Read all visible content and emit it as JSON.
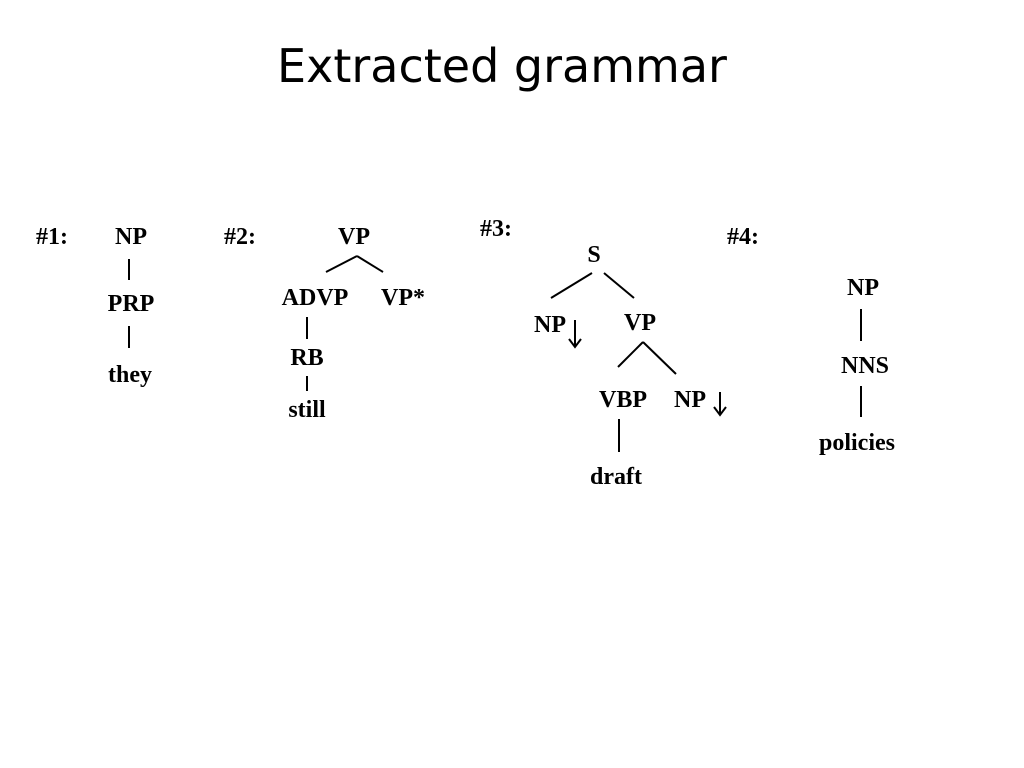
{
  "title": "Extracted grammar",
  "trees": [
    {
      "id": "#1:",
      "nodes": {
        "root": "NP",
        "mid": "PRP",
        "leaf": "they"
      }
    },
    {
      "id": "#2:",
      "nodes": {
        "root": "VP",
        "left": "ADVP",
        "right": "VP*",
        "mid": "RB",
        "leaf": "still"
      }
    },
    {
      "id": "#3:",
      "nodes": {
        "root": "S",
        "subj": "NP",
        "vp": "VP",
        "verb": "VBP",
        "obj": "NP",
        "leaf": "draft"
      }
    },
    {
      "id": "#4:",
      "nodes": {
        "root": "NP",
        "mid": "NNS",
        "leaf": "policies"
      }
    }
  ],
  "substitution_marker_icon": "down-arrow-icon"
}
